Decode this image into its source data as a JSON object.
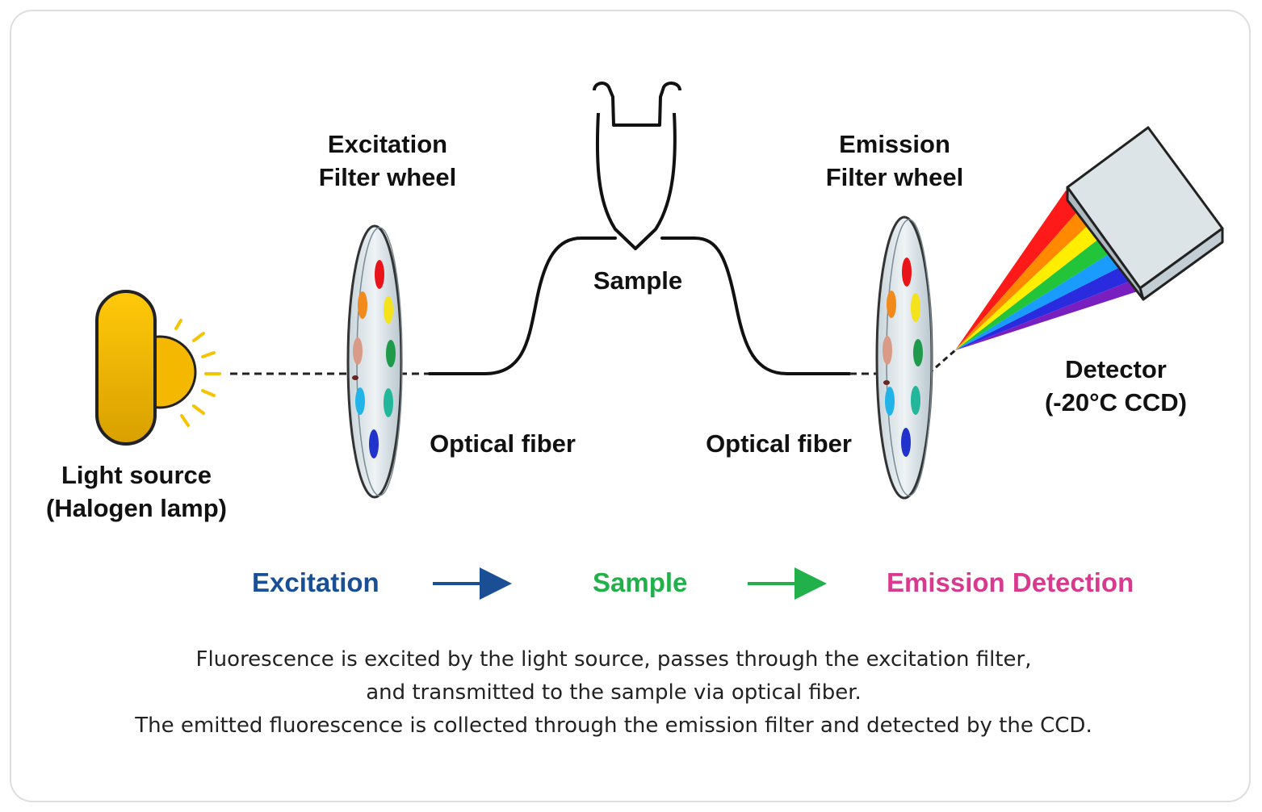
{
  "labels": {
    "excitation_wheel": [
      "Excitation",
      "Filter wheel"
    ],
    "emission_wheel": [
      "Emission",
      "Filter wheel"
    ],
    "sample": "Sample",
    "optical_fiber_left": "Optical fiber",
    "optical_fiber_right": "Optical fiber",
    "light_source": [
      "Light source",
      "(Halogen lamp)"
    ],
    "detector": [
      "Detector",
      "(-20°C CCD)"
    ]
  },
  "flow": {
    "step1": "Excitation",
    "step2": "Sample",
    "step3": "Emission Detection",
    "colors": {
      "step1": "#1a4f96",
      "step2": "#22b04b",
      "step3": "#d83a8e"
    }
  },
  "caption": [
    "Fluorescence is excited by the light source, passes through the excitation filter,",
    "and transmitted to the sample via optical fiber.",
    "The emitted fluorescence is collected through the emission filter and detected by the CCD."
  ],
  "colors": {
    "lamp": "#f2b800",
    "filter_dots": [
      "#e8141a",
      "#f08a1c",
      "#f4e21c",
      "#d99a88",
      "#1f9a4a",
      "#22b4e8",
      "#22b79a",
      "#2233cc"
    ],
    "spectrum": [
      "#ff1a1a",
      "#ff8a00",
      "#ffee00",
      "#22c43a",
      "#1a9cff",
      "#2a2adf",
      "#7a1fbf"
    ]
  }
}
